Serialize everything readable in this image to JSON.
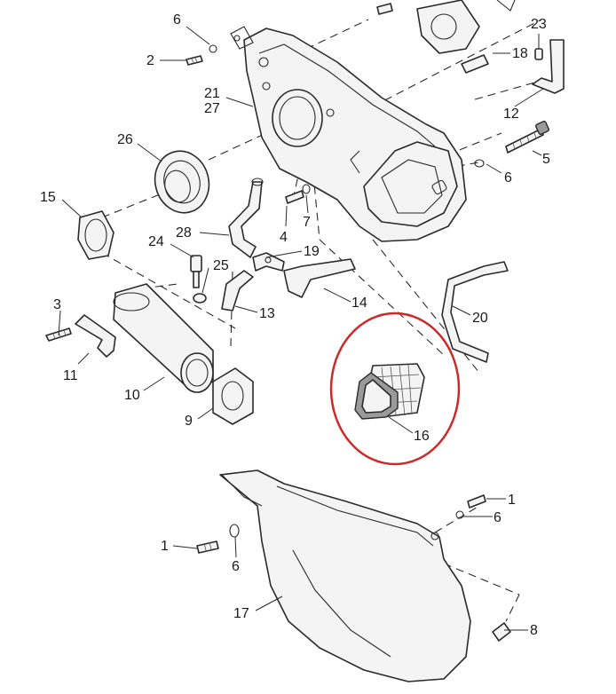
{
  "colors": {
    "highlight": "#cc2a2a",
    "ink": "#2a2a2a"
  },
  "callouts": {
    "c6_top": "6",
    "c2": "2",
    "c21": "21",
    "c27": "27",
    "c23": "23",
    "c18": "18",
    "c12": "12",
    "c5": "5",
    "c6_right": "6",
    "c26": "26",
    "c15": "15",
    "c4": "4",
    "c7": "7",
    "c28": "28",
    "c24": "24",
    "c25": "25",
    "c19": "19",
    "c3": "3",
    "c13": "13",
    "c14": "14",
    "c20": "20",
    "c11": "11",
    "c10": "10",
    "c9": "9",
    "c16": "16",
    "c1_right": "1",
    "c6_lower_right": "6",
    "c1_left": "1",
    "c6_lower_left": "6",
    "c17": "17",
    "c8": "8"
  }
}
